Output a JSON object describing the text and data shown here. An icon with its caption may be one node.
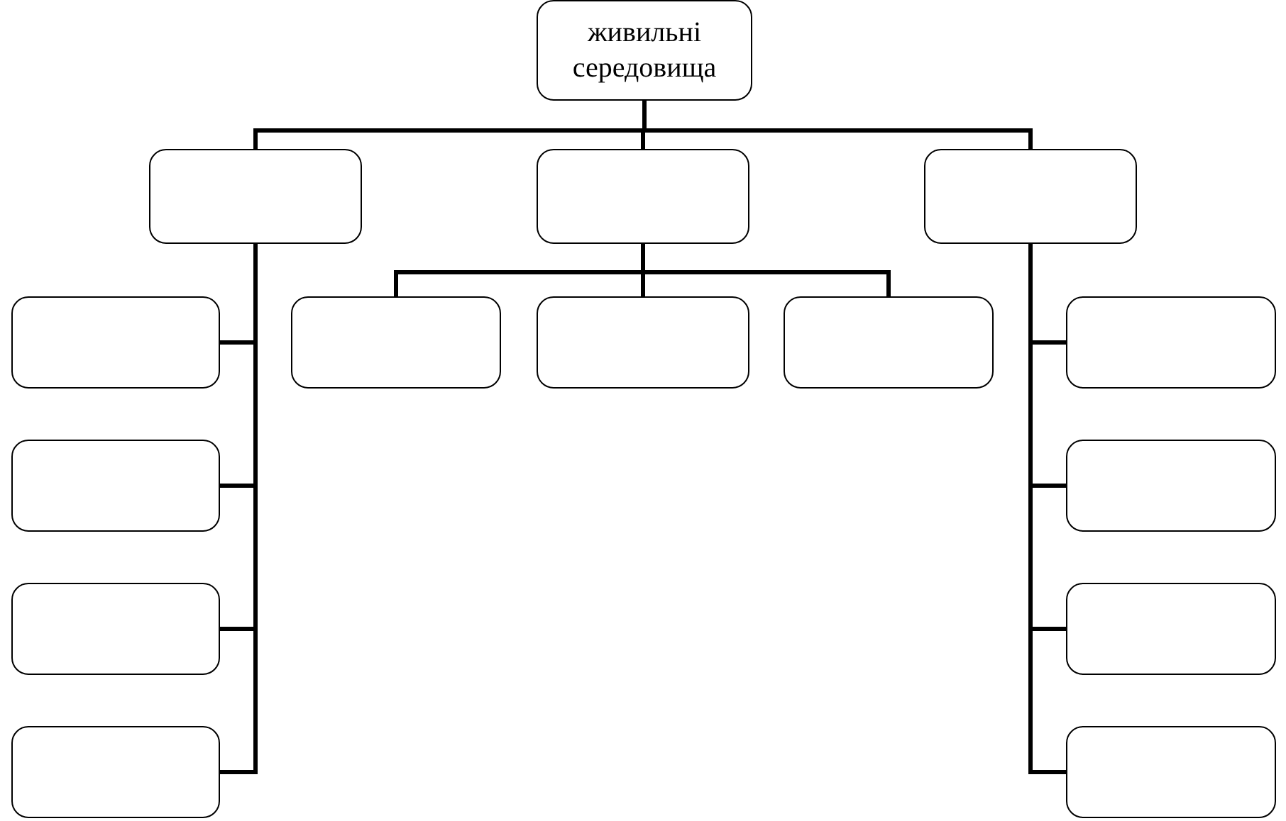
{
  "diagram": {
    "nodes": [
      {
        "text": [
          "живильні середовища"
        ]
      },
      {
        "text": [],
        "shape": "box"
      },
      {
        "text": [],
        "shape": "box"
      },
      {
        "text": [],
        "shape": "box"
      },
      {
        "text": [],
        "shape": "box"
      },
      {
        "text": [],
        "shape": "box"
      },
      {
        "text": [],
        "shape": "box"
      },
      {
        "text": [],
        "shape": "box"
      },
      {
        "text": [],
        "shape": "box"
      },
      {
        "text": [],
        "shape": "box"
      },
      {
        "text": [],
        "shape": "box"
      },
      {
        "text": [],
        "shape": "box"
      },
      {
        "text": [],
        "shape": "box"
      },
      {
        "text": [],
        "shape": "box"
      },
      {
        "text": [],
        "shape": "box"
      }
    ],
    "edges": [
      {
        "from": 0,
        "to": 1,
        "arrow": "none"
      },
      {
        "from": 0,
        "to": 2,
        "arrow": "none"
      },
      {
        "from": 0,
        "to": 3,
        "arrow": "none"
      },
      {
        "from": 2,
        "to": 4,
        "arrow": "none"
      },
      {
        "from": 2,
        "to": 5,
        "arrow": "none"
      },
      {
        "from": 2,
        "to": 6,
        "arrow": "none"
      },
      {
        "from": 1,
        "to": 7,
        "arrow": "none"
      },
      {
        "from": 1,
        "to": 8,
        "arrow": "none"
      },
      {
        "from": 1,
        "to": 9,
        "arrow": "none"
      },
      {
        "from": 1,
        "to": 10,
        "arrow": "none"
      },
      {
        "from": 3,
        "to": 11,
        "arrow": "none"
      },
      {
        "from": 3,
        "to": 12,
        "arrow": "none"
      },
      {
        "from": 3,
        "to": 13,
        "arrow": "none"
      },
      {
        "from": 3,
        "to": 14,
        "arrow": "none"
      }
    ]
  }
}
